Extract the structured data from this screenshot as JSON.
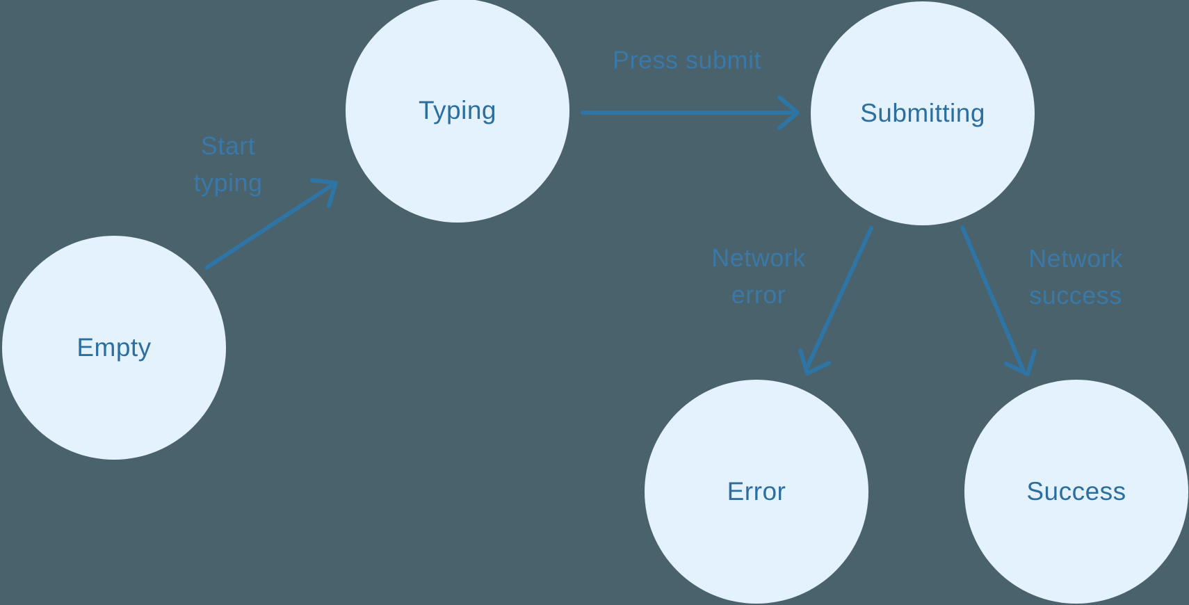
{
  "colors": {
    "background": "#4a626b",
    "node_fill": "#e3f2fc",
    "node_text": "#2c6e9e",
    "edge": "#2e74a4",
    "edge_label_text": "#3a78a8"
  },
  "nodes": [
    {
      "id": "empty",
      "label": "Empty"
    },
    {
      "id": "typing",
      "label": "Typing"
    },
    {
      "id": "submitting",
      "label": "Submitting"
    },
    {
      "id": "error",
      "label": "Error"
    },
    {
      "id": "success",
      "label": "Success"
    }
  ],
  "edges": [
    {
      "from": "empty",
      "to": "typing",
      "label": "Start typing"
    },
    {
      "from": "typing",
      "to": "submitting",
      "label": "Press submit"
    },
    {
      "from": "submitting",
      "to": "error",
      "label": "Network error"
    },
    {
      "from": "submitting",
      "to": "success",
      "label": "Network success"
    }
  ]
}
